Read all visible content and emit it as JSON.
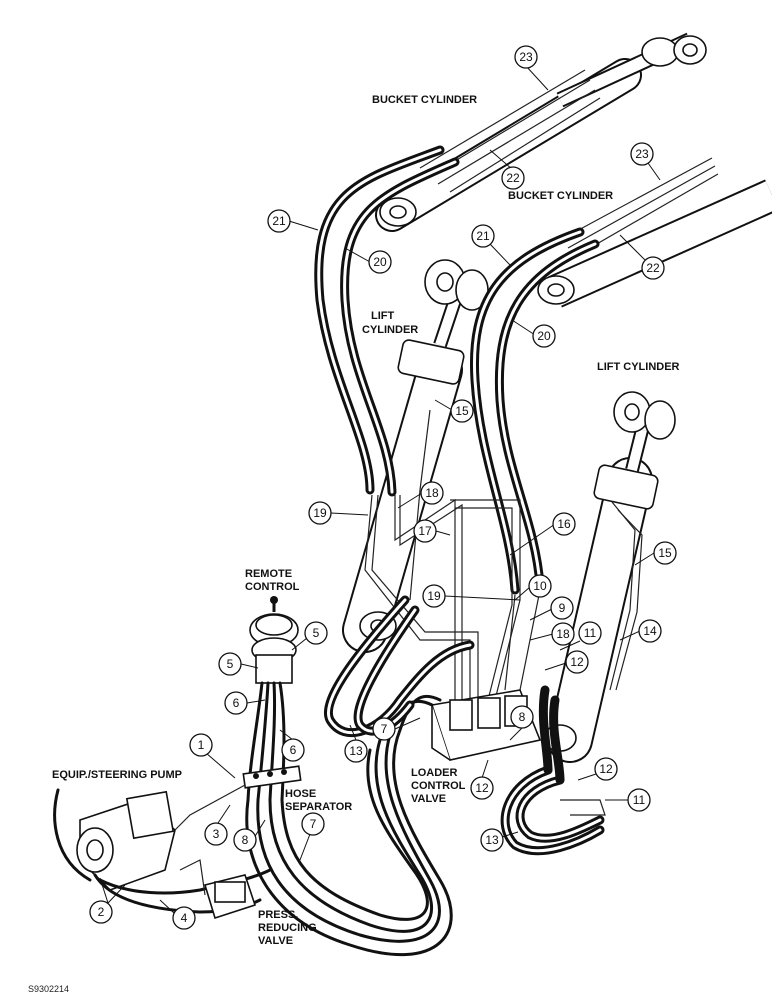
{
  "labels": {
    "bucket_cylinder_left": "BUCKET CYLINDER",
    "bucket_cylinder_right": "BUCKET CYLINDER",
    "lift_cylinder_left_1": "LIFT",
    "lift_cylinder_left_2": "CYLINDER",
    "lift_cylinder_right": "LIFT CYLINDER",
    "remote_control_1": "REMOTE",
    "remote_control_2": "CONTROL",
    "equip_steering_pump": "EQUIP./STEERING PUMP",
    "hose_separator_1": "HOSE",
    "hose_separator_2": "SEPARATOR",
    "loader_control_valve_1": "LOADER",
    "loader_control_valve_2": "CONTROL",
    "loader_control_valve_3": "VALVE",
    "press_reducing_valve_1": "PRESS.",
    "press_reducing_valve_2": "REDUCING",
    "press_reducing_valve_3": "VALVE"
  },
  "callouts": [
    "23",
    "22",
    "21",
    "20",
    "23",
    "22",
    "21",
    "20",
    "15",
    "19",
    "18",
    "17",
    "16",
    "19",
    "10",
    "9",
    "18",
    "11",
    "12",
    "14",
    "15",
    "5",
    "5",
    "6",
    "6",
    "1",
    "7",
    "13",
    "8",
    "12",
    "11",
    "13",
    "12",
    "3",
    "8",
    "7",
    "2",
    "4"
  ],
  "figure_ref": "S9302214"
}
